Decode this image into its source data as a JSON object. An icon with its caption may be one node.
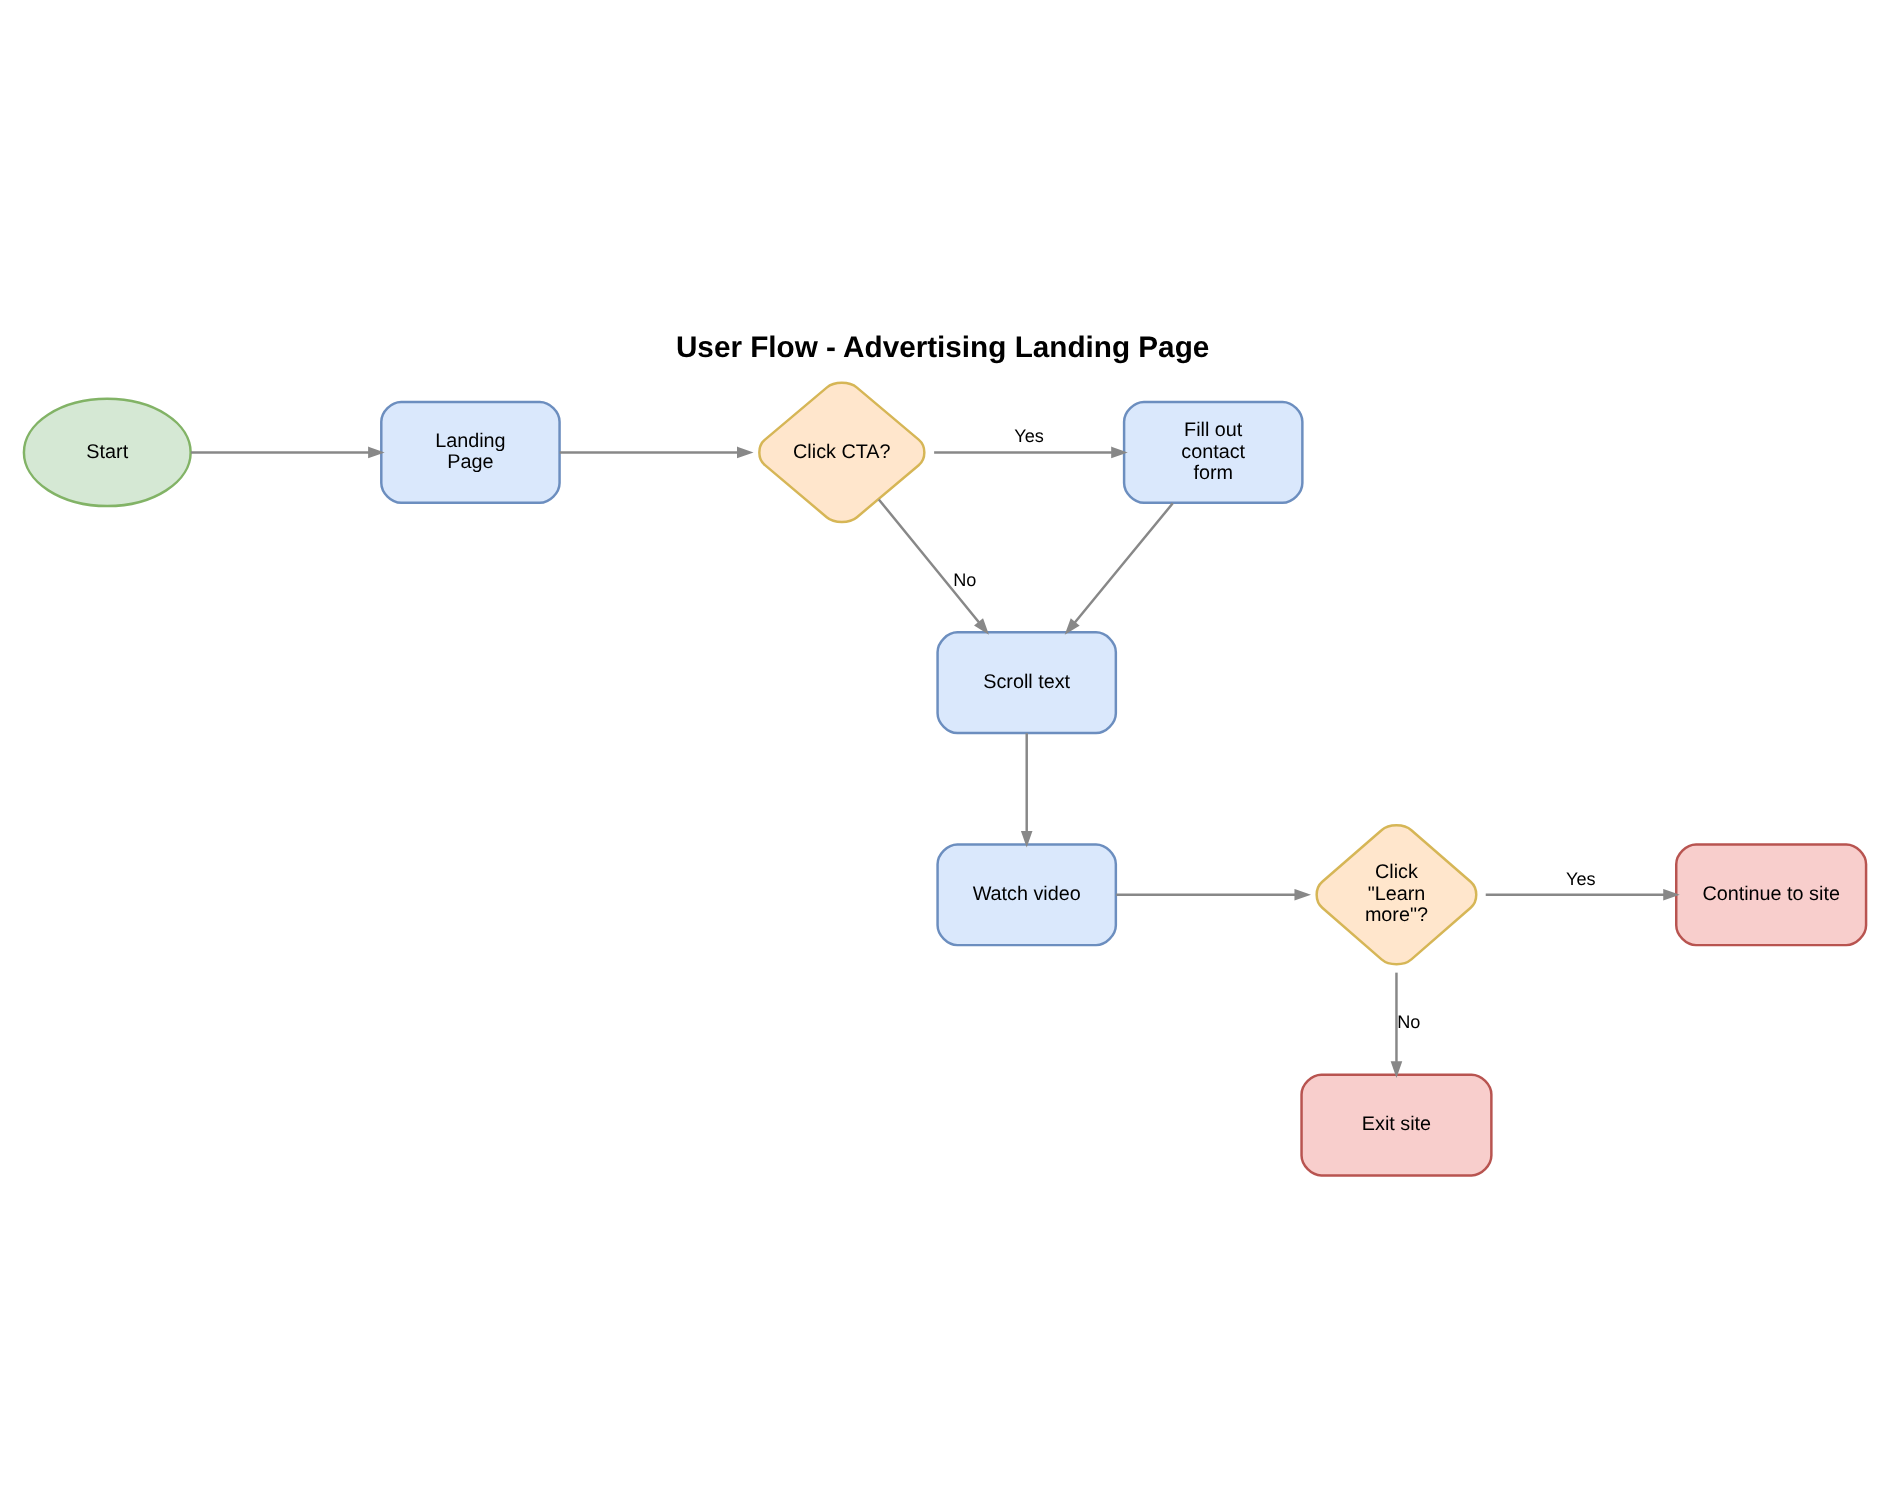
{
  "diagram": {
    "title": "User Flow - Advertising Landing Page",
    "nodes": [
      {
        "text": [
          "Start"
        ]
      },
      {
        "text": [
          "Landing Page"
        ]
      },
      {
        "text": [
          "Click CTA?"
        ]
      },
      {
        "text": [
          "Fill out contact form"
        ]
      },
      {
        "text": [
          "Scroll text"
        ]
      },
      {
        "text": [
          "Watch video"
        ]
      },
      {
        "text": [
          "Click \"Learn more\"?"
        ]
      },
      {
        "text": [
          "Continue to site"
        ]
      },
      {
        "text": [
          "Exit site"
        ]
      }
    ],
    "edges": [
      {
        "from": 0,
        "to": 1,
        "arrow": "to"
      },
      {
        "from": 1,
        "to": 2,
        "arrow": "to"
      },
      {
        "from": 2,
        "to": 3,
        "arrow": "to",
        "label": "Yes"
      },
      {
        "from": 2,
        "to": 4,
        "arrow": "to",
        "label": "No"
      },
      {
        "from": 3,
        "to": 4,
        "arrow": "to"
      },
      {
        "from": 4,
        "to": 5,
        "arrow": "to"
      },
      {
        "from": 5,
        "to": 6,
        "arrow": "to"
      },
      {
        "from": 6,
        "to": 7,
        "arrow": "to",
        "label": "Yes"
      },
      {
        "from": 6,
        "to": 8,
        "arrow": "to",
        "label": "No"
      }
    ]
  }
}
